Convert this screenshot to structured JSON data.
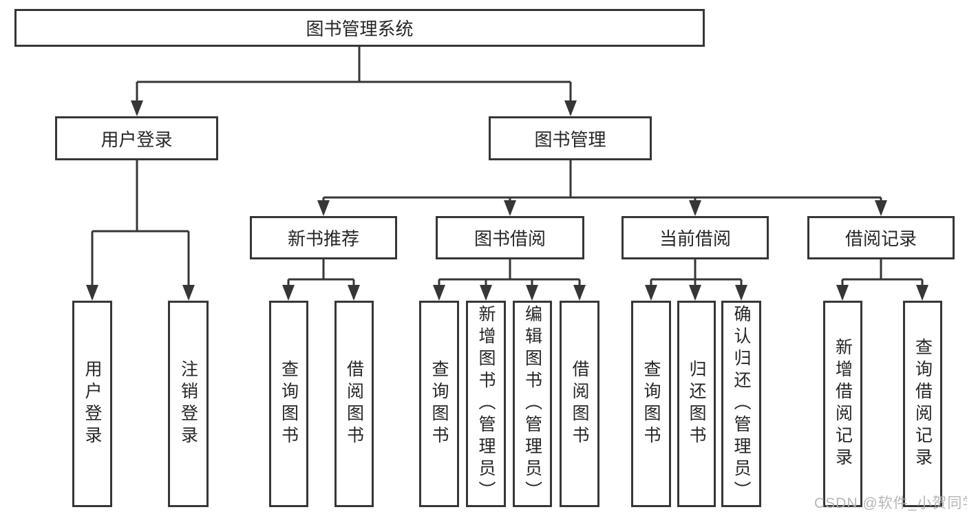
{
  "colors": {
    "line": "#363636",
    "box_border": "#363636",
    "text": "#262626",
    "watermark": "#b0b0b0",
    "background": "#ffffff"
  },
  "watermark": "CSDN @软件_小贺同学",
  "tree": {
    "label": "图书管理系统",
    "children": [
      {
        "label": "用户登录",
        "children": [
          {
            "label": "用户登录"
          },
          {
            "label": "注销登录"
          }
        ]
      },
      {
        "label": "图书管理",
        "children": [
          {
            "label": "新书推荐",
            "children": [
              {
                "label": "查询图书"
              },
              {
                "label": "借阅图书"
              }
            ]
          },
          {
            "label": "图书借阅",
            "children": [
              {
                "label": "查询图书"
              },
              {
                "label": "新增图书（管理员）"
              },
              {
                "label": "编辑图书（管理员）"
              },
              {
                "label": "借阅图书"
              }
            ]
          },
          {
            "label": "当前借阅",
            "children": [
              {
                "label": "查询图书"
              },
              {
                "label": "归还图书"
              },
              {
                "label": "确认归还（管理员）"
              }
            ]
          },
          {
            "label": "借阅记录",
            "children": [
              {
                "label": "新增借阅记录"
              },
              {
                "label": "查询借阅记录"
              }
            ]
          }
        ]
      }
    ]
  }
}
